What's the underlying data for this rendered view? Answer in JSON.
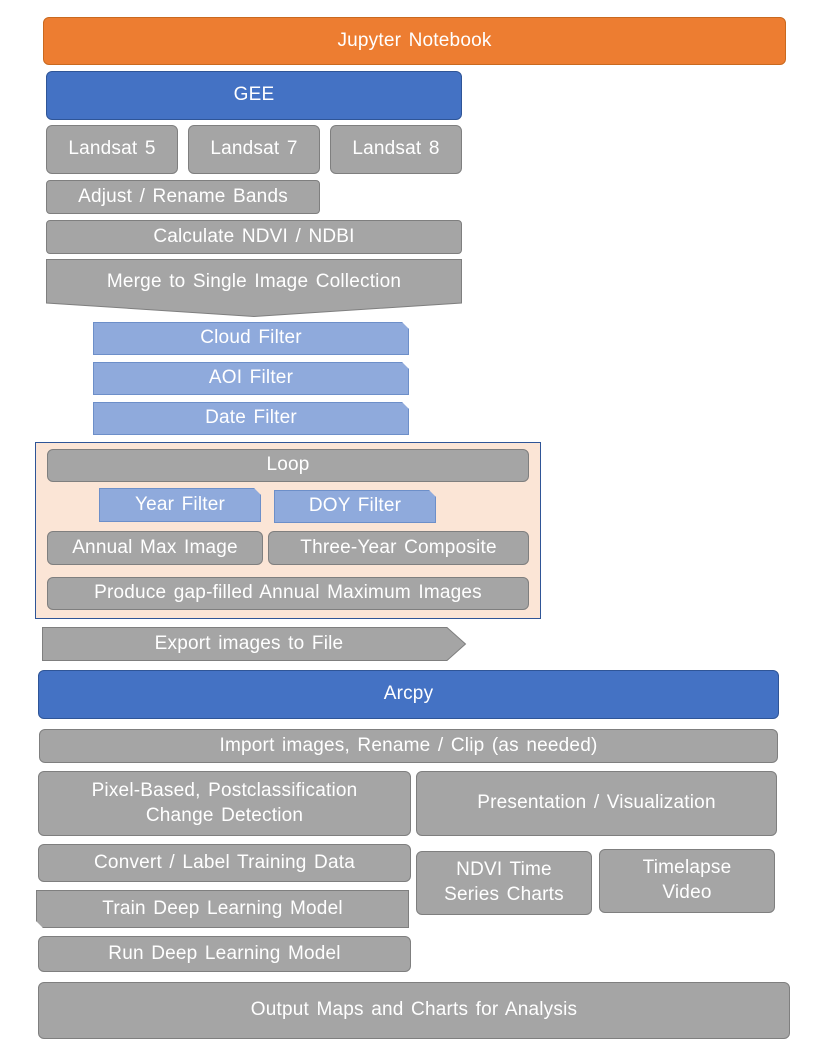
{
  "top": {
    "jupyter": "Jupyter Notebook",
    "gee": "GEE"
  },
  "landsat": [
    "Landsat 5",
    "Landsat 7",
    "Landsat 8"
  ],
  "gee_steps": {
    "adjust": "Adjust / Rename Bands",
    "calculate": "Calculate NDVI / NDBI",
    "merge": "Merge to Single Image Collection"
  },
  "filters": {
    "cloud": "Cloud Filter",
    "aoi": "AOI Filter",
    "date": "Date Filter"
  },
  "loop": {
    "title": "Loop",
    "year_filter": "Year Filter",
    "doy_filter": "DOY Filter",
    "annual_max": "Annual Max Image",
    "three_year": "Three-Year Composite",
    "produce": "Produce gap-filled Annual Maximum Images"
  },
  "export": "Export images to File",
  "arcpy": {
    "title": "Arcpy",
    "import": "Import images, Rename / Clip (as needed)",
    "pixel_based": "Pixel-Based, Postclassification Change Detection",
    "presentation": "Presentation / Visualization",
    "convert": "Convert / Label Training Data",
    "train": "Train Deep Learning Model",
    "run": "Run Deep Learning Model",
    "ndvi_charts": "NDVI Time Series Charts",
    "timelapse": "Timelapse Video"
  },
  "output": "Output Maps and Charts for Analysis",
  "colors": {
    "gray": "#a5a5a5",
    "orange": "#ed7d31",
    "blue": "#4472c4",
    "light_blue": "#8faadc",
    "loop_background": "#fbe5d6"
  }
}
